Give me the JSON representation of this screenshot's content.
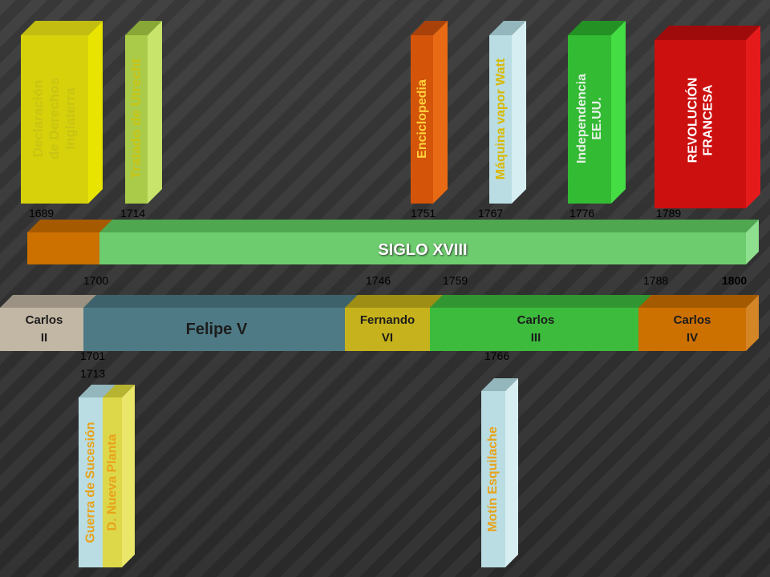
{
  "top_events": [
    {
      "text": "Declaración de Derechos Inglaterra",
      "lines": [
        "Declaración",
        "de Derechos",
        "Inglaterra"
      ],
      "year": "1689",
      "color": "#d6d10a",
      "side": "#e8e400",
      "top_color": "#c3bd12",
      "text_color": "#c9c411"
    },
    {
      "text": "Tratado de Utrecht",
      "lines": [
        "Tratado de Utrecht"
      ],
      "year": "1714",
      "color": "#aacb4a",
      "side": "#c8e46a",
      "top_color": "#88a736",
      "text_color": "#c9c411"
    },
    {
      "text": "Enciclopedia",
      "lines": [
        "Enciclopedia"
      ],
      "year": "1751",
      "color": "#d4540a",
      "side": "#e86a14",
      "top_color": "#a8410a",
      "text_color": "#ffd23b"
    },
    {
      "text": "Máquina vapor Watt",
      "lines": [
        "Máquina vapor Watt"
      ],
      "year": "1767",
      "color": "#b9dde2",
      "side": "#d6eef1",
      "top_color": "#93b7bc",
      "text_color": "#d9b800"
    },
    {
      "text": "Independencia EE.UU.",
      "lines": [
        "Independencia",
        "EE.UU."
      ],
      "year": "1776",
      "color": "#33bb33",
      "side": "#44dd44",
      "top_color": "#249124",
      "text_color": "#e6f0e6"
    },
    {
      "text": "REVOLUCIÓN FRANCESA",
      "lines": [
        "REVOLUCIÓN",
        "FRANCESA"
      ],
      "year": "1789",
      "color": "#cc1010",
      "side": "#e51b1b",
      "top_color": "#9f0b0b",
      "text_color": "#ffffff"
    }
  ],
  "century": {
    "label": "SIGLO XVIII",
    "start_year": "1700",
    "end_year": "1800",
    "years": [
      "1746",
      "1759",
      "1788"
    ]
  },
  "reigns": [
    {
      "label": "Carlos II",
      "lines": [
        "Carlos",
        "II"
      ],
      "color": "#c2b7a4"
    },
    {
      "label": "Felipe V",
      "lines": [
        "Felipe V"
      ],
      "color": "#4e7a86"
    },
    {
      "label": "Fernando VI",
      "lines": [
        "Fernando",
        "VI"
      ],
      "color": "#c6b21c"
    },
    {
      "label": "Carlos III",
      "lines": [
        "Carlos",
        "III"
      ],
      "color": "#3dbb3d"
    },
    {
      "label": "Carlos IV",
      "lines": [
        "Carlos",
        "IV"
      ],
      "color": "#cc7000"
    }
  ],
  "bottom_years": [
    "1701",
    "1713",
    "1766"
  ],
  "bottom_events": [
    {
      "text": "Guerra de Sucesión",
      "color": "#b9dde2"
    },
    {
      "text": "D. Nueva Planta",
      "color": "#dcd84a"
    },
    {
      "text": "Motín Esquilache",
      "color": "#b9dde2"
    }
  ],
  "colors": {
    "century_bar": "#6dcc6d",
    "century_pre": "#cc7000",
    "vertical_text_orange": "#e8a21a"
  }
}
